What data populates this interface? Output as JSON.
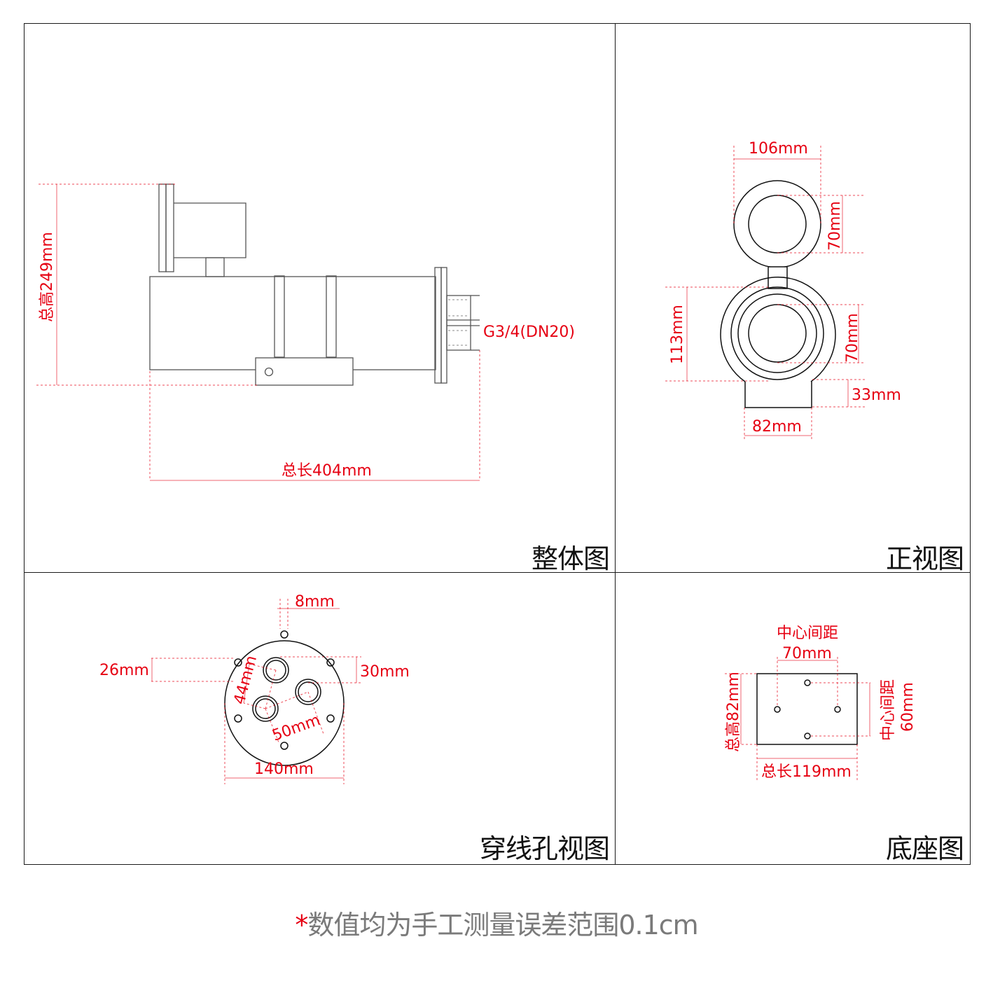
{
  "panels": {
    "overall": {
      "title": "整体图",
      "labels": {
        "total_height": "总高249mm",
        "total_length": "总长404mm",
        "thread": "G3/4(DN20)"
      }
    },
    "front": {
      "title": "正视图",
      "labels": {
        "top_width": "106mm",
        "top_inner": "70mm",
        "body_height": "113mm",
        "body_inner": "70mm",
        "base_height": "33mm",
        "base_width": "82mm"
      }
    },
    "cable_hole": {
      "title": "穿线孔视图",
      "labels": {
        "bolt_hole": "8mm",
        "left_offset": "26mm",
        "right_offset": "30mm",
        "spacing_a": "44mm",
        "spacing_b": "50mm",
        "diameter": "140mm"
      }
    },
    "base": {
      "title": "底座图",
      "labels": {
        "center_spacing_h_title": "中心间距",
        "center_spacing_h": "70mm",
        "total_height": "总高82mm",
        "center_spacing_v_title": "中心间距",
        "center_spacing_v": "60mm",
        "total_length": "总长119mm"
      }
    }
  },
  "footnote": {
    "star": "*",
    "text": "数值均为手工测量误差范围0.1cm"
  },
  "colors": {
    "dimension": "#e60012",
    "line": "#555555",
    "footnote": "#7a7a7a"
  }
}
